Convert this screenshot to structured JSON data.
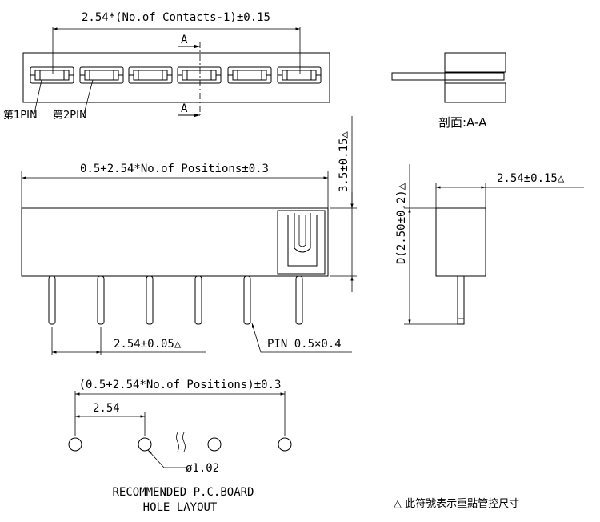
{
  "top_view": {
    "pitch_dim": "2.54*(No.of Contacts-1)±0.15",
    "section_mark": "A",
    "pin1_label": "第1PIN",
    "pin2_label": "第2PIN"
  },
  "section_view": {
    "caption": "剖面:A-A"
  },
  "front_view": {
    "length_dim": "0.5+2.54*No.of Positions±0.3",
    "height_dim": "3.5±0.15△",
    "pin_pitch_dim": "2.54±0.05△",
    "pin_callout": "PIN 0.5×0.4"
  },
  "side_view": {
    "width_dim": "2.54±0.15△",
    "height_dim": "D(2.50±0.2)△"
  },
  "pcb_layout": {
    "overall_dim": "(0.5+2.54*No.of Positions)±0.3",
    "pitch_dim": "2.54",
    "hole_dim": "ø1.02",
    "title_line1": "RECOMMENDED P.C.BOARD",
    "title_line2": "HOLE LAYOUT"
  },
  "legend": {
    "note": "△ 此符號表示重點管控尺寸"
  }
}
